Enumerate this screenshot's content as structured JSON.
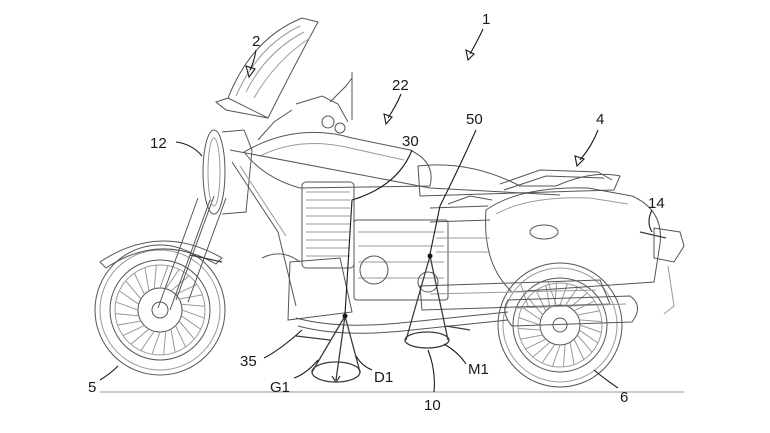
{
  "figure": {
    "labels": {
      "l1": "1",
      "l2": "2",
      "l4": "4",
      "l5": "5",
      "l6": "6",
      "l10": "10",
      "l12": "12",
      "l14": "14",
      "l22": "22",
      "l30": "30",
      "l35": "35",
      "l50": "50",
      "g1": "G1",
      "d1": "D1",
      "m1": "M1"
    }
  }
}
